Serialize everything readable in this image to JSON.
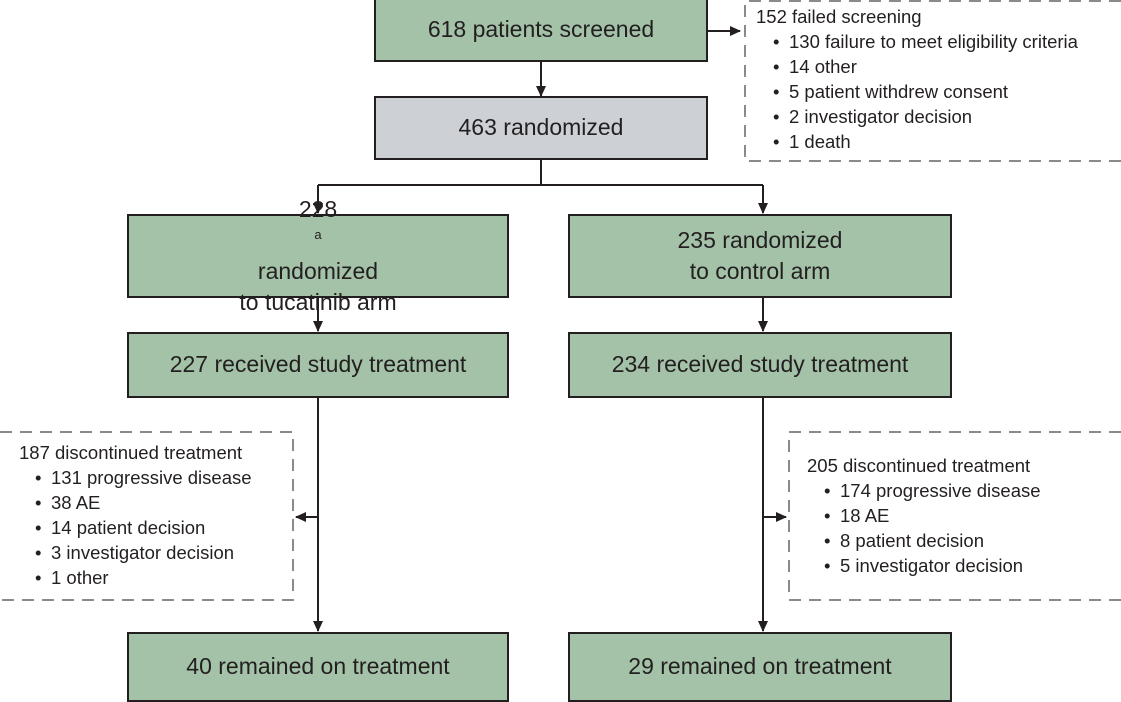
{
  "flow": {
    "screened": "618 patients screened",
    "randomized": "463 randomized",
    "tucatinib_arm": {
      "line1_count": "228",
      "line1_marker": "a",
      "line1_rest": " randomized",
      "line2": "to tucatinib arm"
    },
    "control_arm": {
      "line1": "235 randomized",
      "line2": "to control arm"
    },
    "tucatinib_received": "227 received study treatment",
    "control_received": "234 received study treatment",
    "tucatinib_remained": "40 remained on treatment",
    "control_remained": "29 remained on treatment"
  },
  "screen_failures": {
    "title": "152 failed screening",
    "items": [
      "130 failure to meet eligibility criteria",
      "14 other",
      "5 patient withdrew consent",
      "2 investigator decision",
      "1 death"
    ]
  },
  "tucatinib_discontinued": {
    "title": "187 discontinued treatment",
    "items": [
      "131 progressive disease",
      "38 AE",
      "14 patient decision",
      "3 investigator decision",
      "1 other"
    ]
  },
  "control_discontinued": {
    "title": "205 discontinued treatment",
    "items": [
      "174 progressive disease",
      "18 AE",
      "8 patient decision",
      "5 investigator decision"
    ]
  },
  "colors": {
    "box_fill": "#a3c2a8",
    "randomized_fill": "#cdd1d5",
    "line": "#231f20",
    "dashed_border": "#8a8a8a"
  }
}
